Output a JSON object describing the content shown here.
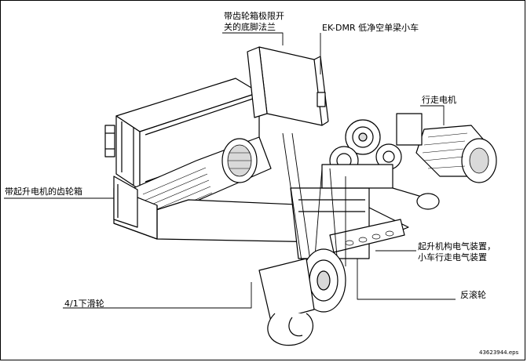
{
  "labels": {
    "gearbox_limit_flange_line1": "带齿轮箱极限开",
    "gearbox_limit_flange_line2": "关的底脚法兰",
    "trolley": "EK-DMR 低净空单梁小车",
    "travel_motor": "行走电机",
    "hoist_gearbox": "带起升电机的齿轮箱",
    "electrical_line1": "起升机构电气装置，",
    "electrical_line2": "小车行走电气装置",
    "reverse_roller": "反滚轮",
    "bottom_block": "4/1下滑轮"
  },
  "file_ref": "43623944.eps",
  "colors": {
    "line": "#000000",
    "background": "#ffffff",
    "shade": "#d9d9d9"
  }
}
